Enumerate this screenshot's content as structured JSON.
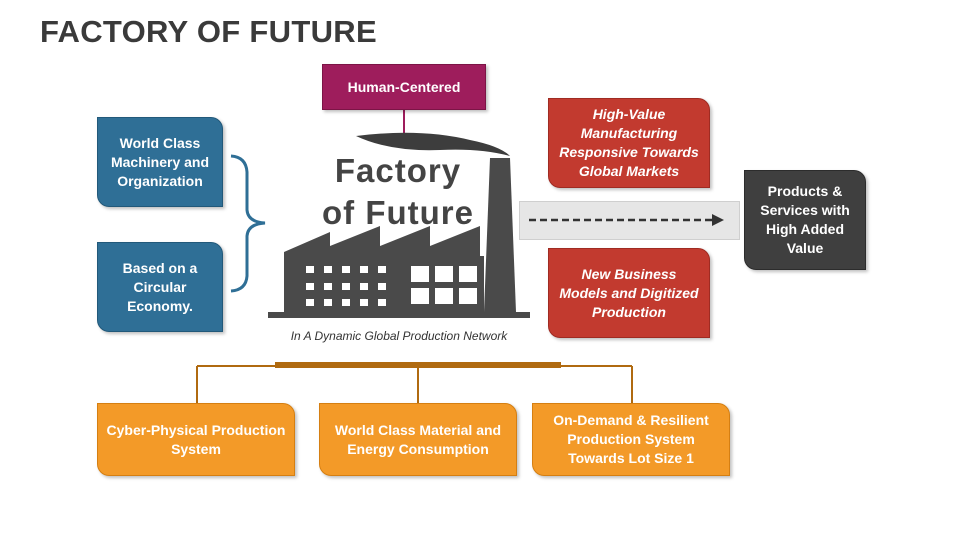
{
  "title": "FACTORY OF FUTURE",
  "center": {
    "line1": "Factory",
    "line2": "of Future",
    "subtitle": "In A Dynamic Global Production Network"
  },
  "top_box": "Human-Centered",
  "left_boxes": [
    "World Class Machinery and Organization",
    "Based on a Circular Economy."
  ],
  "right_boxes": [
    "High-Value Manufacturing Responsive Towards Global Markets",
    "New Business Models and Digitized Production"
  ],
  "output_box": "Products & Services with High Added Value",
  "bottom_boxes": [
    "Cyber-Physical Production System",
    "World Class Material and Energy Consumption",
    "On-Demand & Resilient Production System Towards Lot Size 1"
  ],
  "colors": {
    "blue": "#2f6f96",
    "red": "#c23a2f",
    "orange": "#f39a28",
    "dark_gray": "#3f3f3f",
    "magenta": "#9e1d5c",
    "connector_brown": "#b06a10"
  }
}
